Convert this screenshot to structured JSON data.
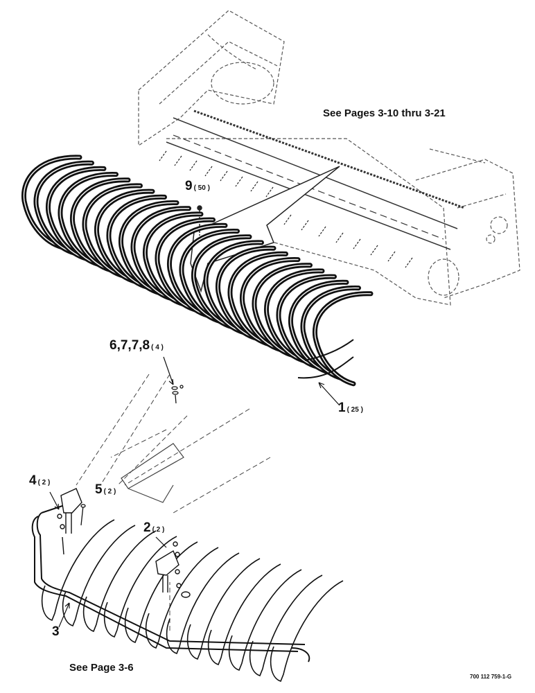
{
  "notes": {
    "top_reference": "See Pages 3-10 thru 3-21",
    "bottom_reference": "See Page 3-6"
  },
  "callouts": {
    "c9": {
      "num": "9",
      "qty": "( 50 )"
    },
    "c6": {
      "num": "6,7,7,8",
      "qty": "( 4 )"
    },
    "c1": {
      "num": "1",
      "qty": "( 25 )"
    },
    "c4": {
      "num": "4",
      "qty": "( 2 )"
    },
    "c5": {
      "num": "5",
      "qty": "( 2 )"
    },
    "c2": {
      "num": "2",
      "qty": "( 2 )"
    },
    "c3": {
      "num": "3",
      "qty": ""
    }
  },
  "figure_code": "700 112 759-1-G",
  "colors": {
    "ink": "#111111",
    "dash": "#555555",
    "background": "#ffffff"
  }
}
